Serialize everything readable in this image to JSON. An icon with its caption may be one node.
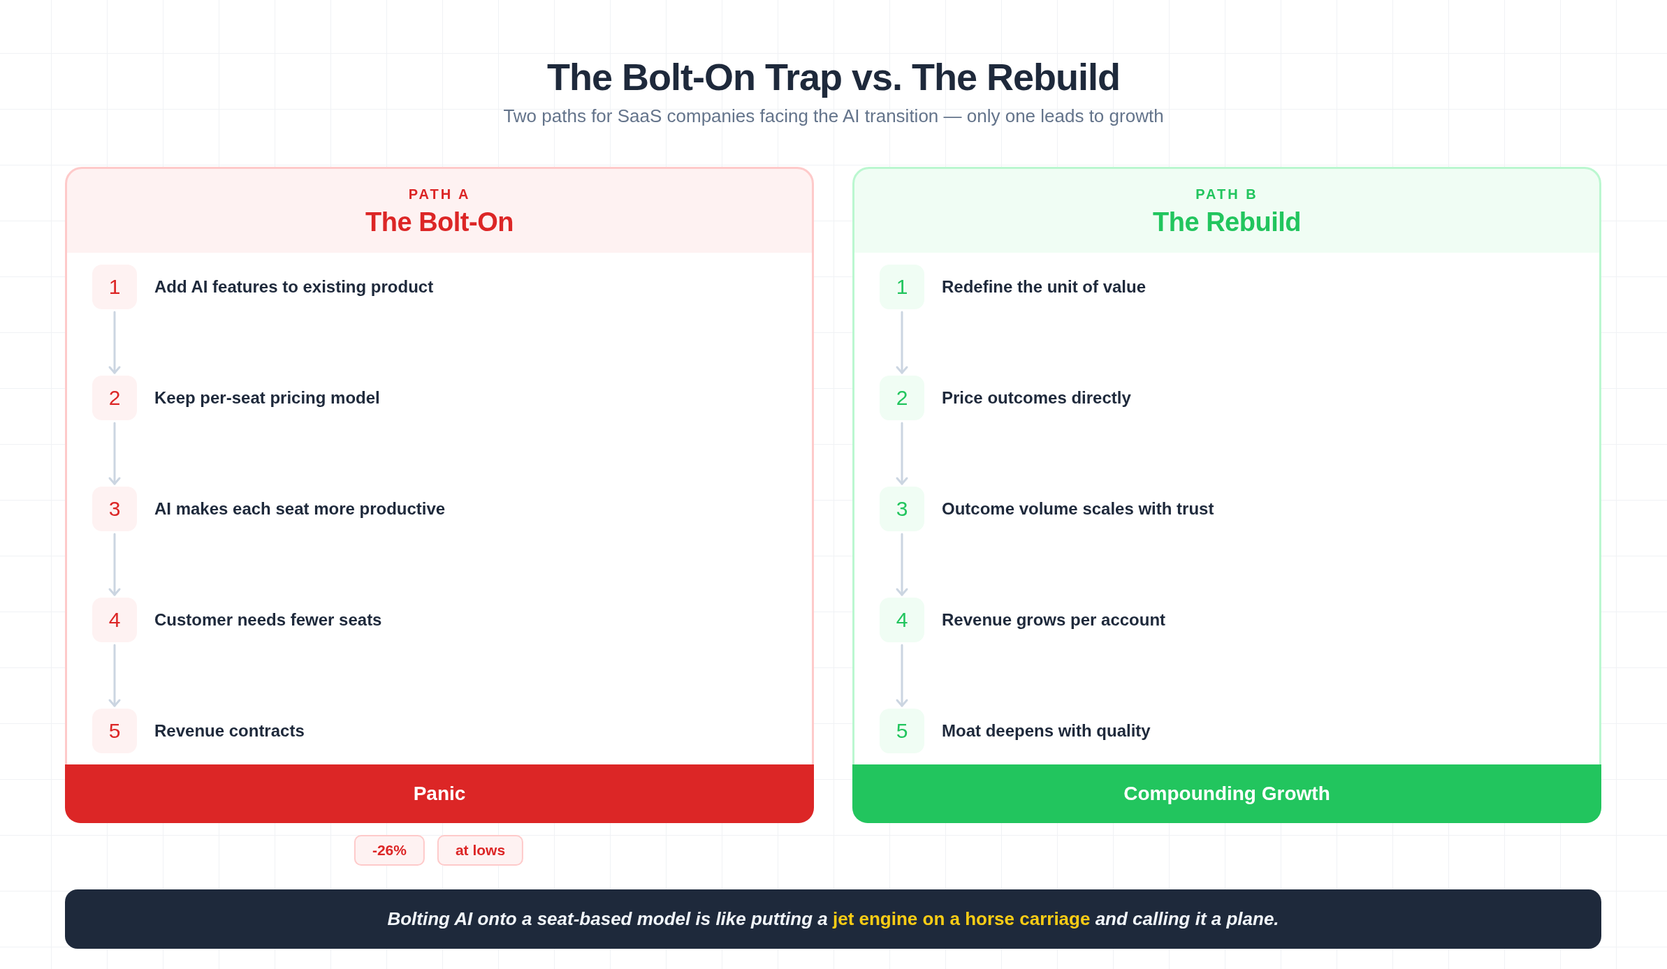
{
  "diagram": {
    "title": "The Bolt-On Trap vs. The Rebuild",
    "nodes": [
      {
        "text": [
          "PATH A",
          "The Bolt-On"
        ]
      },
      {
        "text": [
          "1"
        ],
        "in": 0,
        "beside": [
          "Add AI features to existing product"
        ]
      },
      {
        "text": [
          "2"
        ],
        "in": 0,
        "beside": [
          "Keep per-seat pricing model"
        ]
      },
      {
        "text": [
          "3"
        ],
        "in": 0,
        "beside": [
          "AI makes each seat more productive"
        ]
      },
      {
        "text": [
          "4"
        ],
        "in": 0,
        "beside": [
          "Customer needs fewer seats"
        ]
      },
      {
        "text": [
          "5"
        ],
        "in": 0,
        "beside": [
          "Revenue contracts"
        ]
      },
      {
        "text": [
          "Panic"
        ],
        "in": 0
      },
      {
        "text": [
          "PATH B",
          "The Rebuild"
        ]
      },
      {
        "text": [
          "1"
        ],
        "in": 7,
        "beside": [
          "Redefine the unit of value"
        ]
      },
      {
        "text": [
          "2"
        ],
        "in": 7,
        "beside": [
          "Price outcomes directly"
        ]
      },
      {
        "text": [
          "3"
        ],
        "in": 7,
        "beside": [
          "Outcome volume scales with trust"
        ]
      },
      {
        "text": [
          "4"
        ],
        "in": 7,
        "beside": [
          "Revenue grows per account"
        ]
      },
      {
        "text": [
          "5"
        ],
        "in": 7,
        "beside": [
          "Moat deepens with quality"
        ]
      },
      {
        "text": [
          "Compounding Growth"
        ],
        "in": 7
      },
      {
        "text": [
          "-26%"
        ]
      },
      {
        "text": [
          "at lows"
        ]
      },
      {
        "text": [
          "Bolting AI onto a seat-based model is like putting a **jet engine on a horse carriage** and calling it a plane."
        ]
      }
    ],
    "edges": [
      {
        "from": 1,
        "to": 2,
        "arrow": "to"
      },
      {
        "from": 2,
        "to": 3,
        "arrow": "to"
      },
      {
        "from": 3,
        "to": 4,
        "arrow": "to"
      },
      {
        "from": 4,
        "to": 5,
        "arrow": "to"
      },
      {
        "from": 8,
        "to": 9,
        "arrow": "to"
      },
      {
        "from": 9,
        "to": 10,
        "arrow": "to"
      },
      {
        "from": 10,
        "to": 11,
        "arrow": "to"
      },
      {
        "from": 11,
        "to": 12,
        "arrow": "to"
      }
    ],
    "labels": [
      "Two paths for SaaS companies facing the AI transition — only one leads to growth"
    ]
  }
}
